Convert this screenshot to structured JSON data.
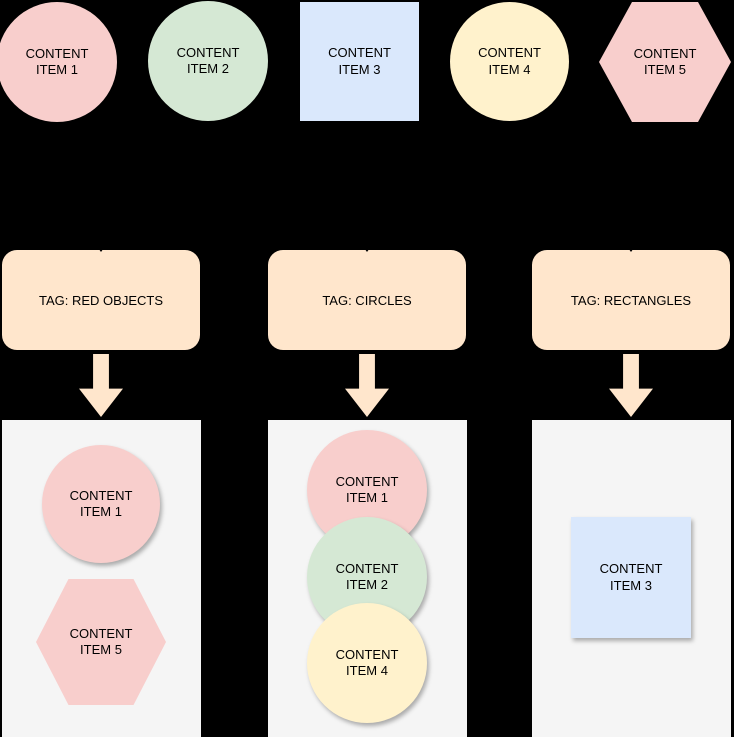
{
  "colors": {
    "background": "#000000",
    "red_object": "#f8cecc",
    "green_object": "#d5e8d4",
    "blue_object": "#dae8fc",
    "yellow_object": "#fff2cc",
    "tag_fill": "#ffe6cc",
    "container_fill": "#f5f5f5",
    "text": "#000000"
  },
  "top_items": [
    {
      "label": "CONTENT ITEM 1",
      "shape": "circle",
      "fill": "#f8cecc"
    },
    {
      "label": "CONTENT ITEM 2",
      "shape": "circle",
      "fill": "#d5e8d4"
    },
    {
      "label": "CONTENT ITEM 3",
      "shape": "square",
      "fill": "#dae8fc"
    },
    {
      "label": "CONTENT ITEM 4",
      "shape": "circle",
      "fill": "#fff2cc"
    },
    {
      "label": "CONTENT ITEM 5",
      "shape": "hexagon",
      "fill": "#f8cecc"
    }
  ],
  "tags": [
    {
      "label": "TAG: RED OBJECTS",
      "fill": "#ffe6cc"
    },
    {
      "label": "TAG: CIRCLES",
      "fill": "#ffe6cc"
    },
    {
      "label": "TAG: RECTANGLES",
      "fill": "#ffe6cc"
    }
  ],
  "groups": [
    {
      "tag": "TAG: RED OBJECTS",
      "container_fill": "#f5f5f5",
      "items": [
        {
          "label": "CONTENT ITEM 1",
          "shape": "circle",
          "fill": "#f8cecc"
        },
        {
          "label": "CONTENT ITEM 5",
          "shape": "hexagon",
          "fill": "#f8cecc"
        }
      ]
    },
    {
      "tag": "TAG: CIRCLES",
      "container_fill": "#f5f5f5",
      "items": [
        {
          "label": "CONTENT ITEM 1",
          "shape": "circle",
          "fill": "#f8cecc"
        },
        {
          "label": "CONTENT ITEM 2",
          "shape": "circle",
          "fill": "#d5e8d4"
        },
        {
          "label": "CONTENT ITEM 4",
          "shape": "circle",
          "fill": "#fff2cc"
        }
      ]
    },
    {
      "tag": "TAG: RECTANGLES",
      "container_fill": "#f5f5f5",
      "items": [
        {
          "label": "CONTENT ITEM 3",
          "shape": "square",
          "fill": "#dae8fc"
        }
      ]
    }
  ]
}
